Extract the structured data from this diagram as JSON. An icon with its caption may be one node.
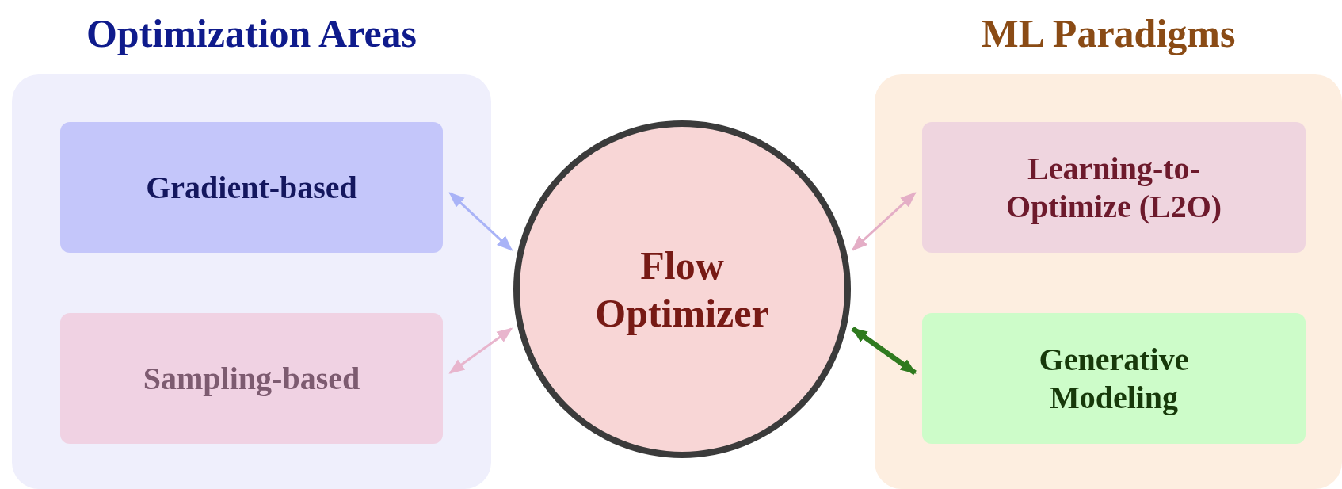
{
  "diagram": {
    "nodes": [
      {
        "text": [
          "Optimization Areas"
        ]
      },
      {
        "text": [
          "Gradient-based"
        ],
        "in": 0
      },
      {
        "text": [
          "Sampling-based"
        ],
        "in": 0
      },
      {
        "text": [
          "Flow Optimizer"
        ]
      },
      {
        "text": [
          "ML Paradigms"
        ]
      },
      {
        "text": [
          "Learning-to- Optimize (L2O)"
        ],
        "in": 4
      },
      {
        "text": [
          "Generative Modeling"
        ],
        "in": 4
      }
    ],
    "edges": [
      {
        "from": 1,
        "to": 3,
        "arrow": "both",
        "color": "#a9b3f7"
      },
      {
        "from": 2,
        "to": 3,
        "arrow": "both",
        "color": "#e8b5cd"
      },
      {
        "from": 3,
        "to": 5,
        "arrow": "both",
        "color": "#e4aec6"
      },
      {
        "from": 3,
        "to": 6,
        "arrow": "both",
        "color": "#2f7a1f",
        "style": "thick"
      }
    ]
  }
}
